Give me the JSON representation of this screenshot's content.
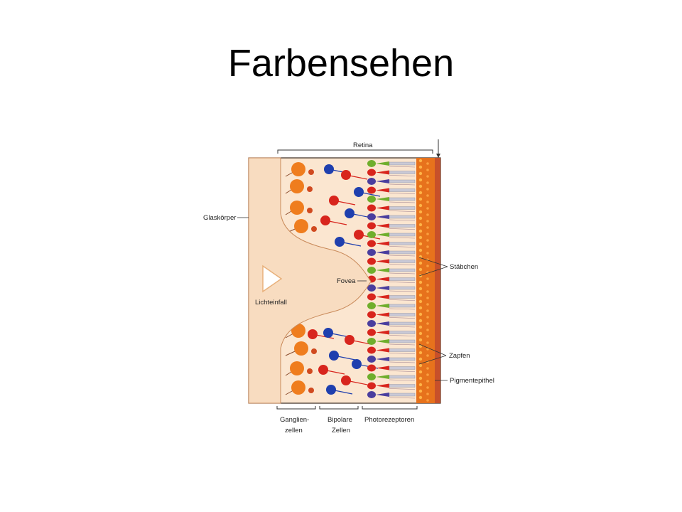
{
  "slide": {
    "title": "Farbensehen"
  },
  "figure": {
    "labels": {
      "retina": "Retina",
      "glaskoerper": "Glaskörper",
      "lichteinfall": "Lichteinfall",
      "fovea": "Fovea",
      "staebchen": "Stäbchen",
      "zapfen": "Zapfen",
      "pigmentepithel": "Pigmentepithel",
      "ganglienzellen_line1": "Ganglien-",
      "ganglienzellen_line2": "zellen",
      "bipolare_line1": "Bipolare",
      "bipolare_line2": "Zellen",
      "photorezeptoren": "Photorezeptoren"
    },
    "colors": {
      "vitreous": "#f8dcc0",
      "layer_bg": "#fbe6d0",
      "pigment": "#e7721c",
      "pigment_edge": "#c7502a",
      "ganglion": "#ef7d1e",
      "bipolar_blue": "#1f3fae",
      "bipolar_red": "#d8251d",
      "cone_green": "#6fae2c",
      "cone_red": "#d8251d",
      "cone_blue": "#4a3e9e",
      "rod": "#c9c9d6"
    }
  }
}
